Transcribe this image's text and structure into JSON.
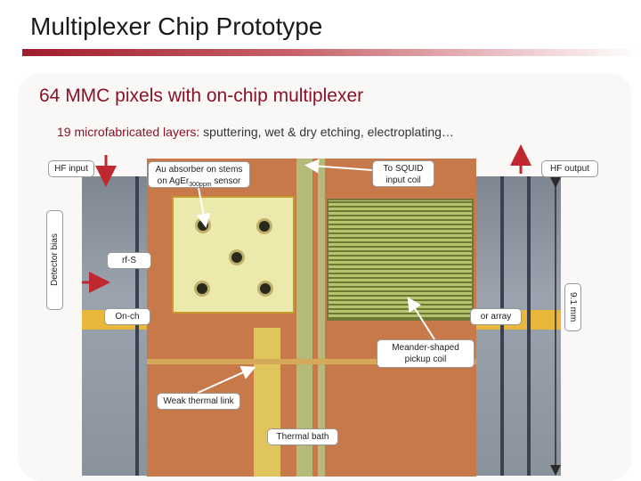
{
  "header": {
    "title": "Multiplexer Chip Prototype"
  },
  "content": {
    "subtitle": "64 MMC pixels with on-chip multiplexer",
    "layers_count": "19",
    "layers_highlight": " microfabricated layers:",
    "layers_rest": " sputtering, wet & dry etching, electroplating…"
  },
  "labels": {
    "hf_input": "HF input",
    "hf_output": "HF output",
    "absorber_line1": "Au absorber on stems",
    "absorber_line2": "on AgEr",
    "absorber_sub": "300ppm",
    "absorber_line3": " sensor",
    "squid_line1": "To SQUID",
    "squid_line2": "input coil",
    "detector_bias": "Detector bias",
    "rf_squid": "rf-S",
    "on_chip": "On-ch",
    "array": "or array",
    "size": "9.1 mm",
    "meander_line1": "Meander-shaped",
    "meander_line2": "pickup coil",
    "weak_link": "Weak thermal link",
    "thermal_bath": "Thermal bath"
  },
  "colors": {
    "accent": "#8a1226",
    "arrow": "#c0282f",
    "sensor": "#c8794a",
    "gold": "#e7b63b"
  }
}
